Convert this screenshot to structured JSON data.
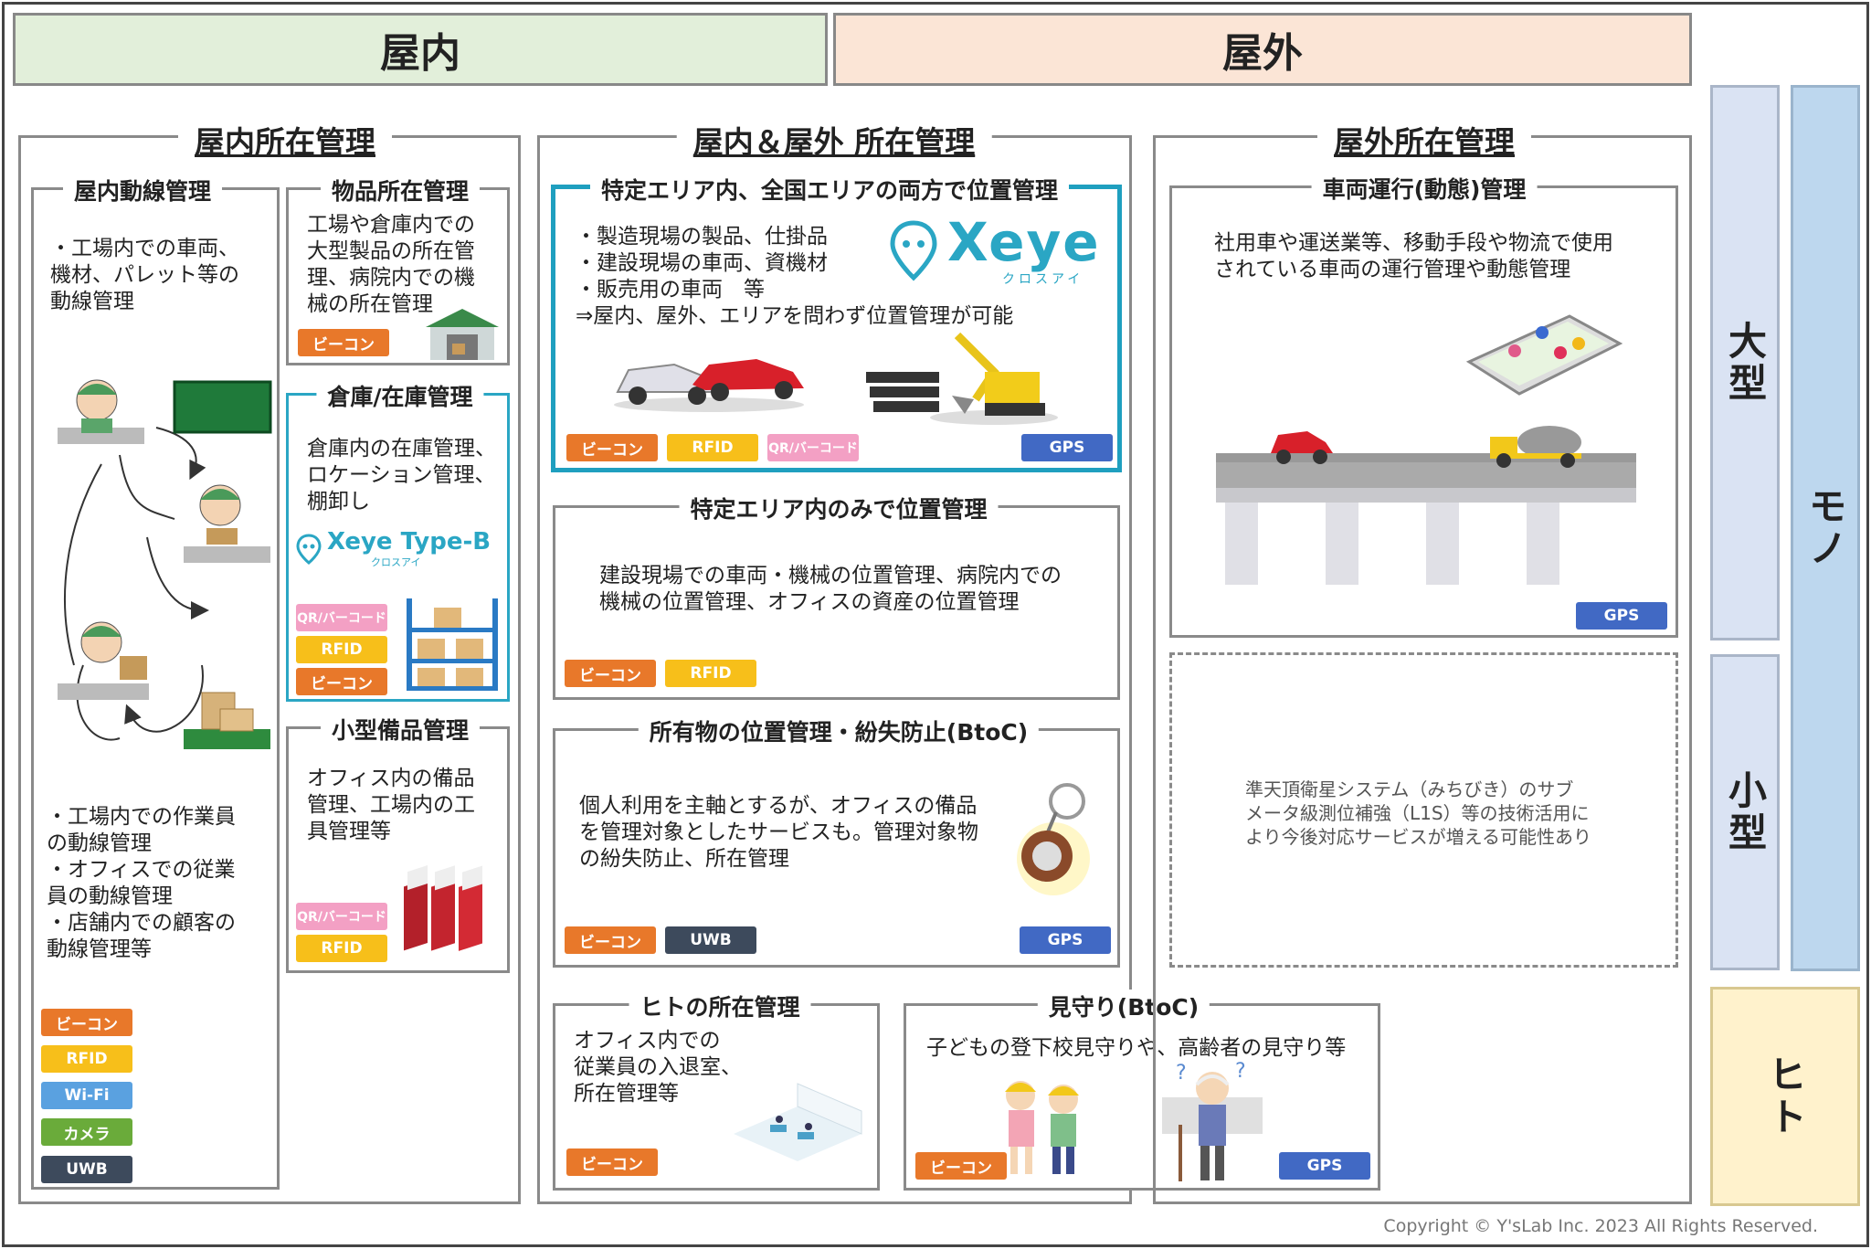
{
  "headers": {
    "indoor": "屋内",
    "outdoor": "屋外"
  },
  "sections": {
    "indoor_mgmt": "屋内所在管理",
    "both_mgmt": "屋内＆屋外 所在管理",
    "outdoor_mgmt": "屋外所在管理"
  },
  "indoor_flow": {
    "title": "屋内動線管理",
    "text_top": "・工場内での車両、\n機材、パレット等の\n動線管理",
    "text_bottom": "・工場内での作業員\nの動線管理\n・オフィスでの従業\n員の動線管理\n・店舗内での顧客の\n動線管理等",
    "tags": [
      "ビーコン",
      "RFID",
      "Wi-Fi",
      "カメラ",
      "UWB"
    ]
  },
  "item_location": {
    "title": "物品所在管理",
    "text": "工場や倉庫内での\n大型製品の所在管\n理、病院内での機\n械の所在管理",
    "tags": [
      "ビーコン"
    ]
  },
  "warehouse": {
    "title": "倉庫/在庫管理",
    "text": "倉庫内の在庫管理、\nロケーション管理、\n棚卸し",
    "logo_text": "Xeye Type-B",
    "logo_sub": "クロスアイ",
    "tags": [
      "QR/バーコード",
      "RFID",
      "ビーコン"
    ]
  },
  "small_equipment": {
    "title": "小型備品管理",
    "text": "オフィス内の備品\n管理、工場内の工\n具管理等",
    "tags": [
      "QR/バーコード",
      "RFID"
    ]
  },
  "area_both": {
    "title": "特定エリア内、全国エリアの両方で位置管理",
    "text": "・製造現場の製品、仕掛品\n・建設現場の車両、資機材\n・販売用の車両　等\n⇒屋内、屋外、エリアを問わず位置管理が可能",
    "logo_text": "Xeye",
    "logo_sub": "クロスアイ",
    "tags": [
      "ビーコン",
      "RFID",
      "QR/バーコード",
      "GPS"
    ]
  },
  "area_only": {
    "title": "特定エリア内のみで位置管理",
    "text": "建設現場での車両・機械の位置管理、病院内での\n機械の位置管理、オフィスの資産の位置管理",
    "tags": [
      "ビーコン",
      "RFID"
    ]
  },
  "btoc_items": {
    "title": "所有物の位置管理・紛失防止(BtoC)",
    "text": "個人利用を主軸とするが、オフィスの備品\nを管理対象としたサービスも。管理対象物\nの紛失防止、所在管理",
    "tags": [
      "ビーコン",
      "UWB",
      "GPS"
    ]
  },
  "people": {
    "title": "ヒトの所在管理",
    "text": "オフィス内での\n従業員の入退室、\n所在管理等",
    "tags": [
      "ビーコン"
    ]
  },
  "watch": {
    "title": "見守り(BtoC)",
    "text": "子どもの登下校見守りや、高齢者の見守り等",
    "tags": [
      "ビーコン",
      "GPS"
    ]
  },
  "vehicle": {
    "title": "車両運行(動態)管理",
    "text": "社用車や運送業等、移動手段や物流で使用\nされている車両の運行管理や動態管理",
    "tags": [
      "GPS"
    ]
  },
  "future_note": {
    "text": "準天頂衛星システム（みちびき）のサブ\nメータ級測位補強（L1S）等の技術活用に\nより今後対応サービスが増える可能性あり"
  },
  "side_labels": {
    "large": "大型",
    "small": "小型",
    "thing": "モノ",
    "person": "ヒト"
  },
  "copyright": "Copyright © Y'sLab Inc. 2023 All Rights Reserved.",
  "colors": {
    "indoor_header": "#e2efda",
    "outdoor_header": "#fbe5d6",
    "size_label": "#dae3f3",
    "thing_label": "#bdd7ee",
    "person_label": "#fff2cc",
    "teal_border": "#1f9fbf"
  }
}
